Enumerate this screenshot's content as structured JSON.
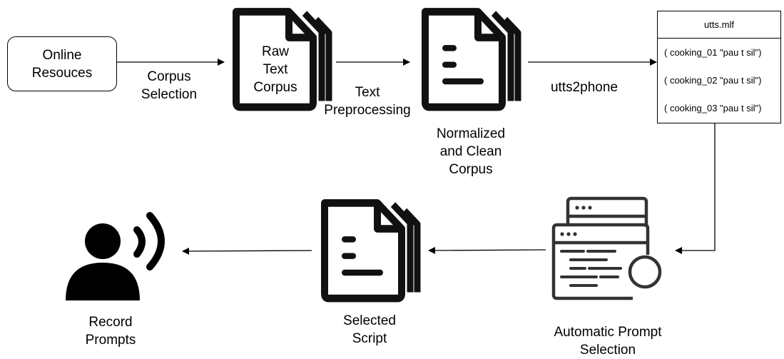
{
  "nodes": {
    "online_resources": "Online\nResouces",
    "raw_text_corpus": "Raw\nText\nCorpus",
    "normalized_corpus": "Normalized\nand Clean\nCorpus",
    "automatic_prompt_selection": "Automatic Prompt\nSelection",
    "selected_script": "Selected\nScript",
    "record_prompts": "Record\nPrompts"
  },
  "edges": {
    "corpus_selection": "Corpus\nSelection",
    "text_preprocessing": "Text\nPreprocessing",
    "utts2phone": "utts2phone"
  },
  "mlf_table": {
    "header": "utts.mlf",
    "rows": [
      "( cooking_01 \"pau t sil\")",
      "( cooking_02 \"pau t sil\")",
      "( cooking_03 \"pau t sil\")"
    ]
  },
  "icons": {
    "document": "document-stack-icon",
    "window": "code-window-icon",
    "speaker": "person-speaking-icon"
  }
}
